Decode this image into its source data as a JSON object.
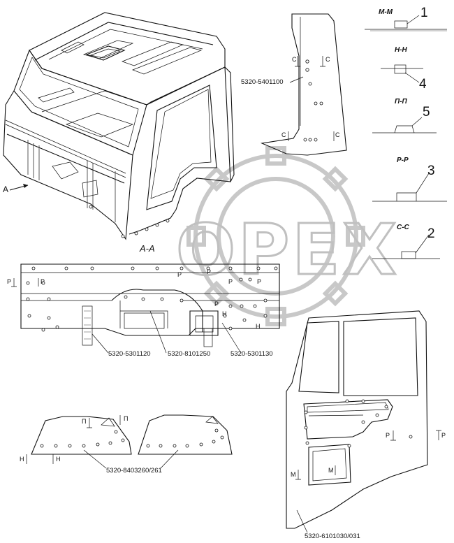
{
  "watermark": {
    "text": "OPEX"
  },
  "view_label": "A-A",
  "arrow_label": "A",
  "sections": [
    {
      "id": "mm",
      "title": "M-M",
      "callout": "1"
    },
    {
      "id": "hh",
      "title": "H-H",
      "callout": "4"
    },
    {
      "id": "pp",
      "title": "П-П",
      "callout": "5"
    },
    {
      "id": "rr",
      "title": "P-P",
      "callout": "3"
    },
    {
      "id": "cc",
      "title": "C-C",
      "callout": "2"
    }
  ],
  "part_numbers": {
    "rear_pillar": "5320-5401100",
    "left_panel": "5320-5301120",
    "center_panel": "5320-8101250",
    "right_panel": "5320-5301130",
    "wheel_arch": "5320-8403260/261",
    "door": "5320-6101030/031"
  },
  "cut_marks": {
    "c": "C",
    "p": "P",
    "pi": "П",
    "h": "H",
    "m": "M"
  },
  "colors": {
    "line": "#111111",
    "watermark": "#c8c8c8",
    "background": "#ffffff"
  }
}
